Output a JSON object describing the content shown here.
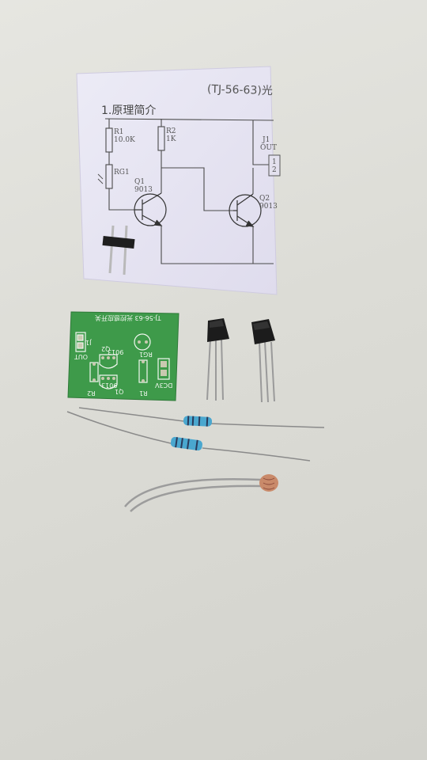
{
  "schematic": {
    "title": "(TJ-56-63)光",
    "section": "1.原理简介",
    "r1_name": "R1",
    "r1_value": "10.0K",
    "r2_name": "R2",
    "r2_value": "1K",
    "rg_name": "RG1",
    "q1_name": "Q1",
    "q1_value": "9013",
    "q2_name": "Q2",
    "q2_value": "9013",
    "out_j": "J1",
    "out_label": "OUT",
    "pin1": "1",
    "pin2": "2"
  },
  "pcb": {
    "title": "TJ-56-63 光控感应开关",
    "j1": "J1",
    "out": "OUT",
    "q2": "Q2",
    "q2_val": "9013",
    "q1": "Q1",
    "q1_val": "9013",
    "rg": "RG1",
    "r2": "R2",
    "r1": "R1",
    "dc": "DC3V"
  },
  "colors": {
    "background": "#dedfd9",
    "pcb_green": "#3e9a4a",
    "resistor_blue": "#4aa7cf",
    "transistor_black": "#1c1c1c",
    "ldr_orange": "#c98a6a"
  }
}
